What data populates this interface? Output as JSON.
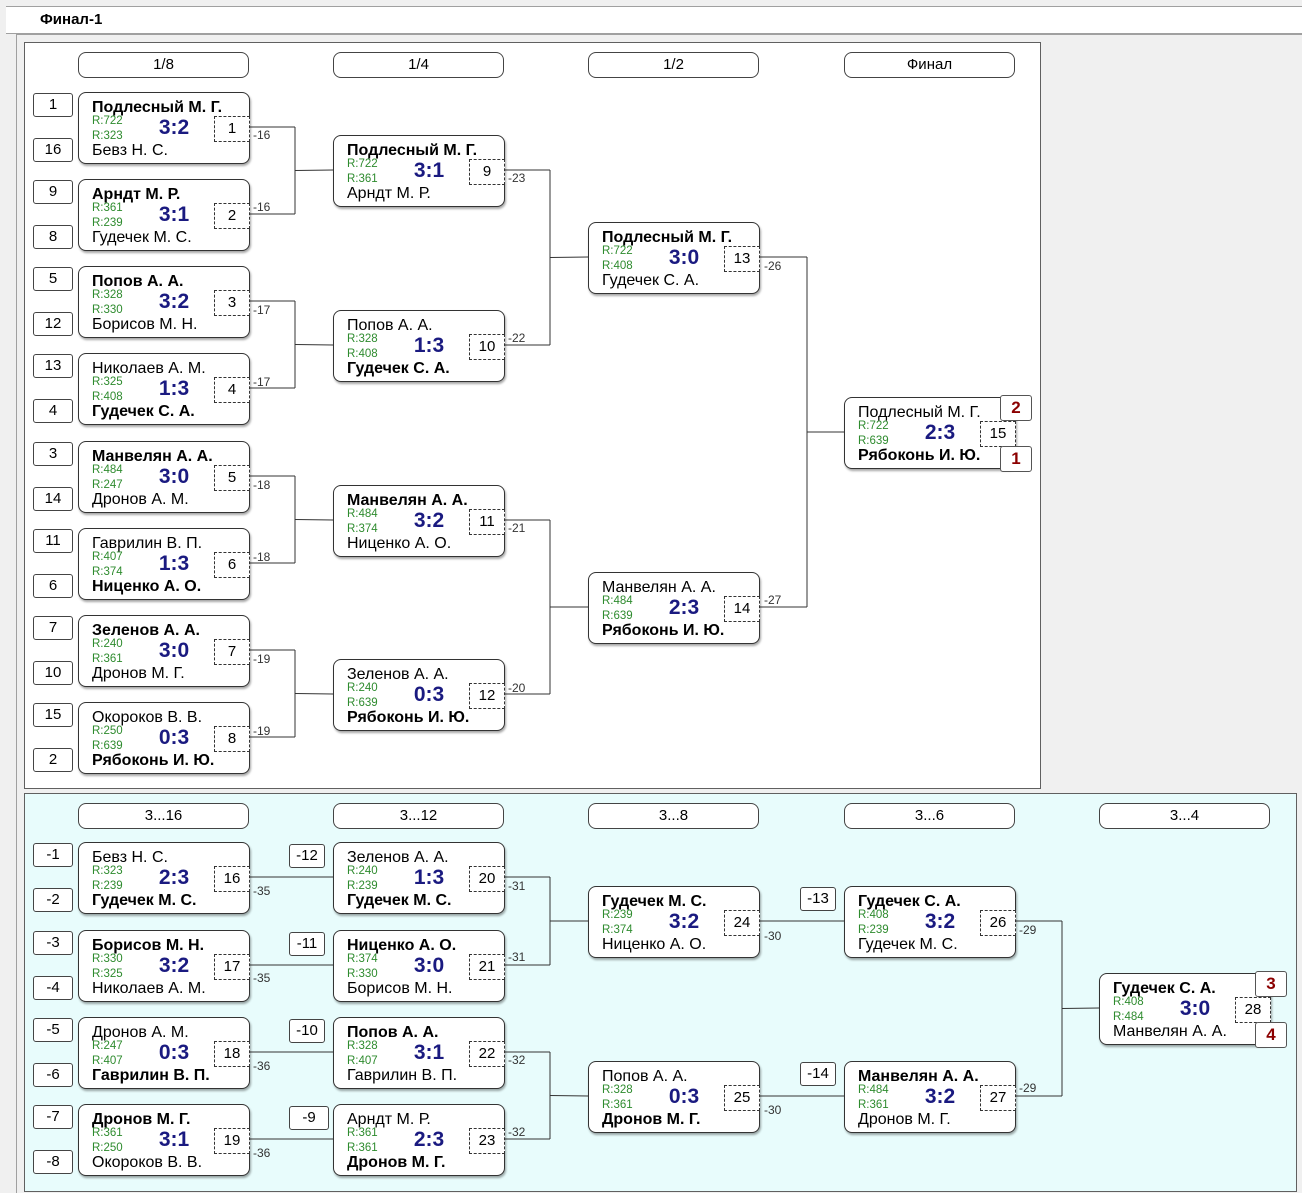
{
  "title": "Финал-1",
  "main_rounds": [
    "1/8",
    "1/4",
    "1/2",
    "Финал"
  ],
  "cons_rounds": [
    "3...16",
    "3...12",
    "3...8",
    "3...6",
    "3...4"
  ],
  "matches": [
    {
      "id": "1",
      "p1": "Подлесный М. Г.",
      "p2": "Бевз Н. С.",
      "r1": "R:722",
      "r2": "R:323",
      "score": "3:2",
      "winner": 1,
      "seed1": "1",
      "seed2": "16",
      "loser_label": "-16"
    },
    {
      "id": "2",
      "p1": "Арндт М. Р.",
      "p2": "Гудечек М. С.",
      "r1": "R:361",
      "r2": "R:239",
      "score": "3:1",
      "winner": 1,
      "seed1": "9",
      "seed2": "8",
      "loser_label": "-16"
    },
    {
      "id": "3",
      "p1": "Попов А. А.",
      "p2": "Борисов М. Н.",
      "r1": "R:328",
      "r2": "R:330",
      "score": "3:2",
      "winner": 1,
      "seed1": "5",
      "seed2": "12",
      "loser_label": "-17"
    },
    {
      "id": "4",
      "p1": "Николаев А. М.",
      "p2": "Гудечек С. А.",
      "r1": "R:325",
      "r2": "R:408",
      "score": "1:3",
      "winner": 2,
      "seed1": "13",
      "seed2": "4",
      "loser_label": "-17"
    },
    {
      "id": "5",
      "p1": "Манвелян А. А.",
      "p2": "Дронов А. М.",
      "r1": "R:484",
      "r2": "R:247",
      "score": "3:0",
      "winner": 1,
      "seed1": "3",
      "seed2": "14",
      "loser_label": "-18"
    },
    {
      "id": "6",
      "p1": "Гаврилин В. П.",
      "p2": "Ниценко А. О.",
      "r1": "R:407",
      "r2": "R:374",
      "score": "1:3",
      "winner": 2,
      "seed1": "11",
      "seed2": "6",
      "loser_label": "-18"
    },
    {
      "id": "7",
      "p1": "Зеленов А. А.",
      "p2": "Дронов М. Г.",
      "r1": "R:240",
      "r2": "R:361",
      "score": "3:0",
      "winner": 1,
      "seed1": "7",
      "seed2": "10",
      "loser_label": "-19"
    },
    {
      "id": "8",
      "p1": "Окороков В. В.",
      "p2": "Рябоконь И. Ю.",
      "r1": "R:250",
      "r2": "R:639",
      "score": "0:3",
      "winner": 2,
      "seed1": "15",
      "seed2": "2",
      "loser_label": "-19"
    },
    {
      "id": "9",
      "p1": "Подлесный М. Г.",
      "p2": "Арндт М. Р.",
      "r1": "R:722",
      "r2": "R:361",
      "score": "3:1",
      "winner": 1,
      "loser_label": "-23"
    },
    {
      "id": "10",
      "p1": "Попов А. А.",
      "p2": "Гудечек С. А.",
      "r1": "R:328",
      "r2": "R:408",
      "score": "1:3",
      "winner": 2,
      "loser_label": "-22"
    },
    {
      "id": "11",
      "p1": "Манвелян А. А.",
      "p2": "Ниценко А. О.",
      "r1": "R:484",
      "r2": "R:374",
      "score": "3:2",
      "winner": 1,
      "loser_label": "-21"
    },
    {
      "id": "12",
      "p1": "Зеленов А. А.",
      "p2": "Рябоконь И. Ю.",
      "r1": "R:240",
      "r2": "R:639",
      "score": "0:3",
      "winner": 2,
      "loser_label": "-20"
    },
    {
      "id": "13",
      "p1": "Подлесный М. Г.",
      "p2": "Гудечек С. А.",
      "r1": "R:722",
      "r2": "R:408",
      "score": "3:0",
      "winner": 1,
      "loser_label": "-26"
    },
    {
      "id": "14",
      "p1": "Манвелян А. А.",
      "p2": "Рябоконь И. Ю.",
      "r1": "R:484",
      "r2": "R:639",
      "score": "2:3",
      "winner": 2,
      "loser_label": "-27"
    },
    {
      "id": "15",
      "p1": "Подлесный М. Г.",
      "p2": "Рябоконь И. Ю.",
      "r1": "R:722",
      "r2": "R:639",
      "score": "2:3",
      "winner": 2,
      "place1": "2",
      "place2": "1"
    },
    {
      "id": "16",
      "p1": "Бевз Н. С.",
      "p2": "Гудечек М. С.",
      "r1": "R:323",
      "r2": "R:239",
      "score": "2:3",
      "winner": 2,
      "seed1": "-1",
      "seed2": "-2",
      "loser_label": "-35"
    },
    {
      "id": "17",
      "p1": "Борисов М. Н.",
      "p2": "Николаев А. М.",
      "r1": "R:330",
      "r2": "R:325",
      "score": "3:2",
      "winner": 1,
      "seed1": "-3",
      "seed2": "-4",
      "loser_label": "-35"
    },
    {
      "id": "18",
      "p1": "Дронов А. М.",
      "p2": "Гаврилин В. П.",
      "r1": "R:247",
      "r2": "R:407",
      "score": "0:3",
      "winner": 2,
      "seed1": "-5",
      "seed2": "-6",
      "loser_label": "-36"
    },
    {
      "id": "19",
      "p1": "Дронов М. Г.",
      "p2": "Окороков В. В.",
      "r1": "R:361",
      "r2": "R:250",
      "score": "3:1",
      "winner": 1,
      "seed1": "-7",
      "seed2": "-8",
      "loser_label": "-36"
    },
    {
      "id": "20",
      "p1": "Зеленов А. А.",
      "p2": "Гудечек М. С.",
      "r1": "R:240",
      "r2": "R:239",
      "score": "1:3",
      "winner": 2,
      "seed1": "-12",
      "loser_label": "-31"
    },
    {
      "id": "21",
      "p1": "Ниценко А. О.",
      "p2": "Борисов М. Н.",
      "r1": "R:374",
      "r2": "R:330",
      "score": "3:0",
      "winner": 1,
      "seed1": "-11",
      "loser_label": "-31"
    },
    {
      "id": "22",
      "p1": "Попов А. А.",
      "p2": "Гаврилин В. П.",
      "r1": "R:328",
      "r2": "R:407",
      "score": "3:1",
      "winner": 1,
      "seed1": "-10",
      "loser_label": "-32"
    },
    {
      "id": "23",
      "p1": "Арндт М. Р.",
      "p2": "Дронов М. Г.",
      "r1": "R:361",
      "r2": "R:361",
      "score": "2:3",
      "winner": 2,
      "seed1": "-9",
      "loser_label": "-32"
    },
    {
      "id": "24",
      "p1": "Гудечек М. С.",
      "p2": "Ниценко А. О.",
      "r1": "R:239",
      "r2": "R:374",
      "score": "3:2",
      "winner": 1,
      "loser_label": "-30"
    },
    {
      "id": "25",
      "p1": "Попов А. А.",
      "p2": "Дронов М. Г.",
      "r1": "R:328",
      "r2": "R:361",
      "score": "0:3",
      "winner": 2,
      "loser_label": "-30"
    },
    {
      "id": "26",
      "p1": "Гудечек С. А.",
      "p2": "Гудечек М. С.",
      "r1": "R:408",
      "r2": "R:239",
      "score": "3:2",
      "winner": 1,
      "seed1": "-13",
      "loser_label": "-29"
    },
    {
      "id": "27",
      "p1": "Манвелян А. А.",
      "p2": "Дронов М. Г.",
      "r1": "R:484",
      "r2": "R:361",
      "score": "3:2",
      "winner": 1,
      "seed1": "-14",
      "loser_label": "-29"
    },
    {
      "id": "28",
      "p1": "Гудечек С. А.",
      "p2": "Манвелян А. А.",
      "r1": "R:408",
      "r2": "R:484",
      "score": "3:0",
      "winner": 1,
      "place1": "3",
      "place2": "4"
    }
  ],
  "colors": {
    "score": "#1a1a80",
    "rating": "#2e8b2e",
    "place": "#8b0000",
    "consolation_bg": "#e8fcfc"
  }
}
